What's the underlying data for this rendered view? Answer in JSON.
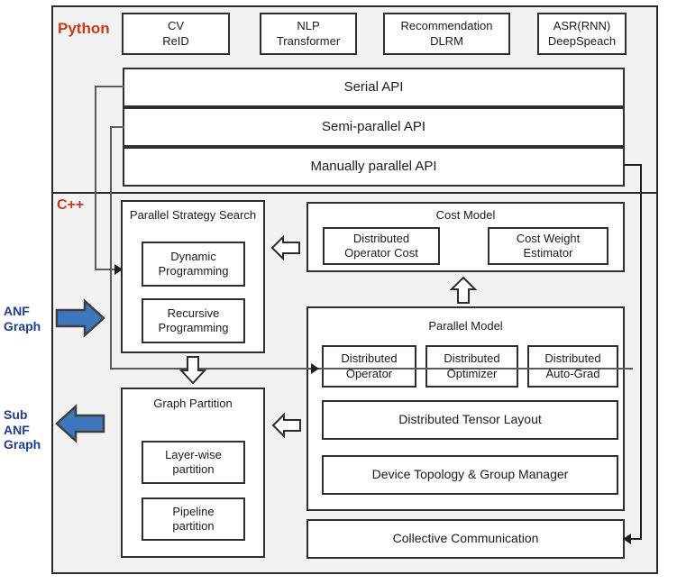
{
  "sections": {
    "python": {
      "label": "Python"
    },
    "cpp": {
      "label": "C++"
    }
  },
  "applications": [
    {
      "name": "app-cv",
      "line1": "CV",
      "line2": "ReID"
    },
    {
      "name": "app-nlp",
      "line1": "NLP",
      "line2": "Transformer"
    },
    {
      "name": "app-rec",
      "line1": "Recommendation",
      "line2": "DLRM"
    },
    {
      "name": "app-asr",
      "line1": "ASR(RNN)",
      "line2": "DeepSpeach"
    }
  ],
  "api_layers": [
    {
      "name": "serial-api",
      "label": "Serial API"
    },
    {
      "name": "semi-parallel-api",
      "label": "Semi-parallel API"
    },
    {
      "name": "manually-parallel-api",
      "label": "Manually parallel API"
    }
  ],
  "parallel_strategy_search": {
    "title": "Parallel Strategy Search",
    "items": [
      {
        "line1": "Dynamic",
        "line2": "Programming"
      },
      {
        "line1": "Recursive",
        "line2": "Programming"
      }
    ]
  },
  "graph_partition": {
    "title": "Graph Partition",
    "items": [
      {
        "line1": "Layer-wise",
        "line2": "partition"
      },
      {
        "line1": "Pipeline",
        "line2": "partition"
      }
    ]
  },
  "cost_model": {
    "title": "Cost Model",
    "items": [
      {
        "line1": "Distributed",
        "line2": "Operator Cost"
      },
      {
        "line1": "Cost Weight",
        "line2": "Estimator"
      }
    ]
  },
  "parallel_model": {
    "title": "Parallel Model",
    "items": [
      {
        "line1": "Distributed",
        "line2": "Operator"
      },
      {
        "line1": "Distributed",
        "line2": "Optimizer"
      },
      {
        "line1": "Distributed",
        "line2": "Auto-Grad"
      }
    ],
    "tensor_layout": "Distributed Tensor Layout",
    "device_topology": "Device Topology & Group Manager"
  },
  "collective_communication": {
    "label": "Collective Communication"
  },
  "side_labels": {
    "input": {
      "line1": "ANF",
      "line2": "Graph"
    },
    "output": {
      "line1": "Sub",
      "line2": "ANF",
      "line3": "Graph"
    }
  },
  "colors": {
    "section_bg": "#f2f2f2",
    "lang_label": "#c93a18",
    "side_label": "#1d3f8f",
    "blue_arrow": "#3e77be",
    "border": "#2f2f2f"
  }
}
